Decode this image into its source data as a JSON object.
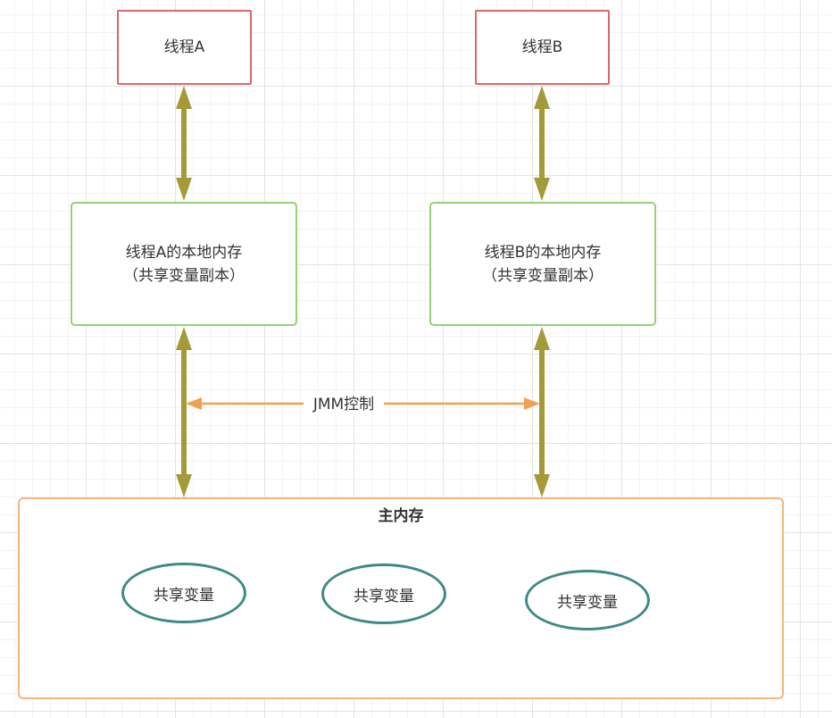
{
  "threads": {
    "a": {
      "label": "线程A"
    },
    "b": {
      "label": "线程B"
    }
  },
  "local_memory": {
    "a": {
      "line1": "线程A的本地内存",
      "line2": "（共享变量副本）"
    },
    "b": {
      "line1": "线程B的本地内存",
      "line2": "（共享变量副本）"
    }
  },
  "jmm": {
    "label": "JMM控制"
  },
  "main_memory": {
    "title": "主内存",
    "shared_vars": [
      "共享变量",
      "共享变量",
      "共享变量"
    ]
  },
  "colors": {
    "thread_border": "#d9686d",
    "local_border": "#97d077",
    "main_border": "#f2b77c",
    "var_border": "#3f8a85",
    "thick_arrow": "#a59a3a",
    "jmm_arrow": "#f0a050"
  }
}
